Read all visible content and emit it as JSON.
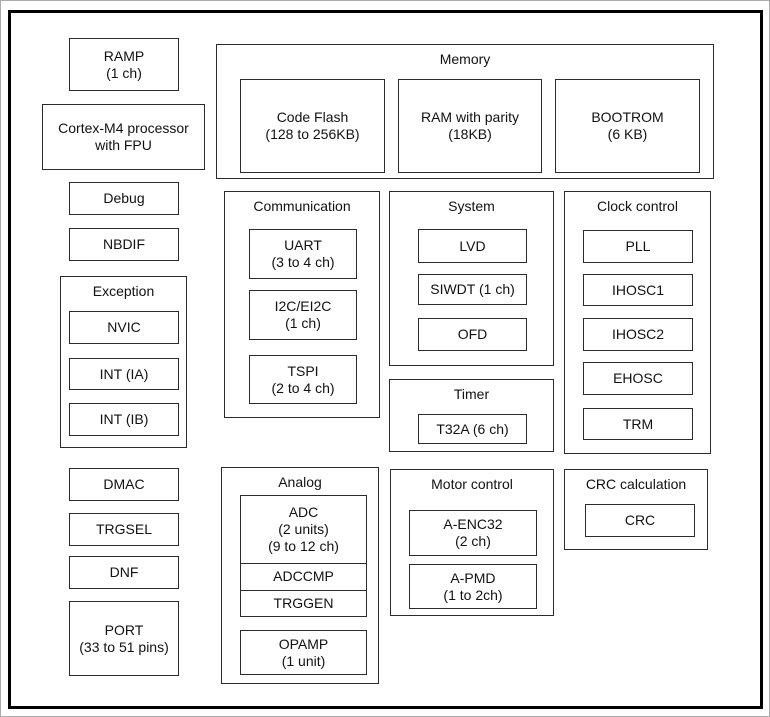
{
  "colors": {
    "background": "#ffffff",
    "frame": "#000000",
    "box_border": "#2b2b2b",
    "text": "#111111"
  },
  "blocks": {
    "ramp": "RAMP\n(1 ch)",
    "cortex_m4": "Cortex-M4 processor\nwith FPU",
    "debug": "Debug",
    "nbdif": "NBDIF",
    "dmac": "DMAC",
    "trgsel": "TRGSEL",
    "dnf": "DNF",
    "port": "PORT\n(33 to 51 pins)"
  },
  "groups": {
    "exception": {
      "title": "Exception",
      "items": [
        "NVIC",
        "INT (IA)",
        "INT (IB)"
      ]
    },
    "memory": {
      "title": "Memory",
      "items": [
        "Code Flash\n(128 to 256KB)",
        "RAM with parity\n(18KB)",
        "BOOTROM\n(6 KB)"
      ]
    },
    "communication": {
      "title": "Communication",
      "items": [
        "UART\n(3 to 4 ch)",
        "I2C/EI2C\n(1 ch)",
        "TSPI\n(2 to 4 ch)"
      ]
    },
    "system": {
      "title": "System",
      "items": [
        "LVD",
        "SIWDT (1 ch)",
        "OFD"
      ]
    },
    "timer": {
      "title": "Timer",
      "items": [
        "T32A (6 ch)"
      ]
    },
    "clock_control": {
      "title": "Clock control",
      "items": [
        "PLL",
        "IHOSC1",
        "IHOSC2",
        "EHOSC",
        "TRM"
      ]
    },
    "analog": {
      "title": "Analog",
      "adc_stack": [
        "ADC\n(2 units)\n(9 to 12 ch)",
        "ADCCMP",
        "TRGGEN"
      ],
      "opamp": "OPAMP\n(1 unit)"
    },
    "motor_control": {
      "title": "Motor control",
      "items": [
        "A-ENC32\n(2 ch)",
        "A-PMD\n(1 to 2ch)"
      ]
    },
    "crc_calculation": {
      "title": "CRC calculation",
      "items": [
        "CRC"
      ]
    }
  }
}
